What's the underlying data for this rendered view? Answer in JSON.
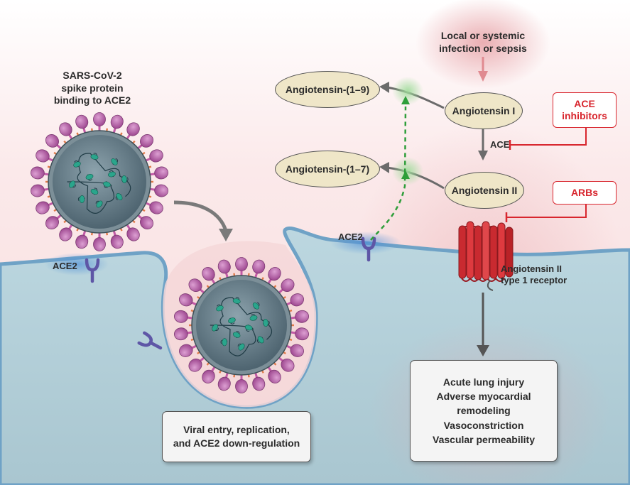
{
  "virus": {
    "title_lines": [
      "SARS-CoV-2",
      "spike protein",
      "binding to ACE2"
    ],
    "ace2_label": "ACE2"
  },
  "entry_box": {
    "lines": [
      "Viral entry, replication,",
      "and ACE2 down-regulation"
    ]
  },
  "infection": {
    "lines": [
      "Local or systemic",
      "infection or sepsis"
    ]
  },
  "pathway": {
    "ang1": "Angiotensin I",
    "ang2": "Angiotensin II",
    "ang19": "Angiotensin-(1–9)",
    "ang17": "Angiotensin-(1–7)",
    "ace": "ACE",
    "membrane_ace2": "ACE2"
  },
  "drugs": {
    "ace_inhibitors": [
      "ACE",
      "inhibitors"
    ],
    "arbs": "ARBs"
  },
  "receptor": {
    "lines": [
      "Angiotensin II",
      "type 1 receptor"
    ]
  },
  "outcomes": {
    "items": [
      "Acute lung injury",
      "Adverse myocardial",
      "remodeling",
      "Vasoconstriction",
      "Vascular permeability"
    ]
  },
  "colors": {
    "virus_spike": "#b0559e",
    "drug_red": "#d8262e",
    "cytoplasm": "#b6d2dc",
    "membrane": "#6fa2c6",
    "ace2_receptor": "#5e56a6",
    "oval_fill": "#efe6c8",
    "dashed_green": "#2e9e3a"
  }
}
